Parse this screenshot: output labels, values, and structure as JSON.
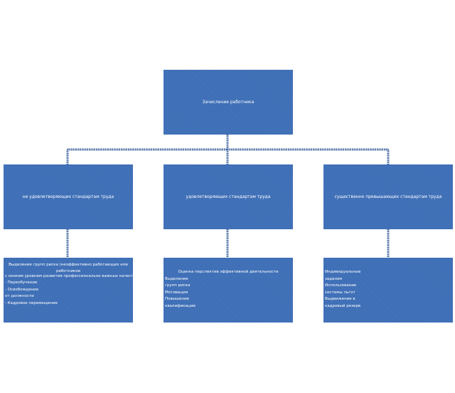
{
  "diagram": {
    "root": {
      "label": "Зачисление работника"
    },
    "categories": [
      {
        "label": "не удовлетворяющих стандартам труда"
      },
      {
        "label": "удовлетворяющих стандартам труда"
      },
      {
        "label": "существенно превышающих стандартам труда"
      }
    ],
    "details": [
      {
        "lines": [
          "Выделение групп риска (неэффективно работающих или",
          "работников",
          "с низким уровнем развития профессионально важных качеств)",
          "- Переобучение",
          "- Освобождение",
          "от должности",
          "- Кадровое перемещение"
        ]
      },
      {
        "lines": [
          "Оценка перспектив эффективной деятельности",
          "Выделение",
          "групп риска",
          "Мотивация",
          "Повышение",
          "квалификации"
        ]
      },
      {
        "lines": [
          "Индивидуальные",
          "задания",
          "Использование",
          "системы льгот",
          "Выдвижение в",
          "кадровый резерв"
        ]
      }
    ],
    "colors": {
      "box_fill": "#3d6eb6",
      "connector": "#3a5f9a",
      "text": "#ffffff"
    }
  }
}
